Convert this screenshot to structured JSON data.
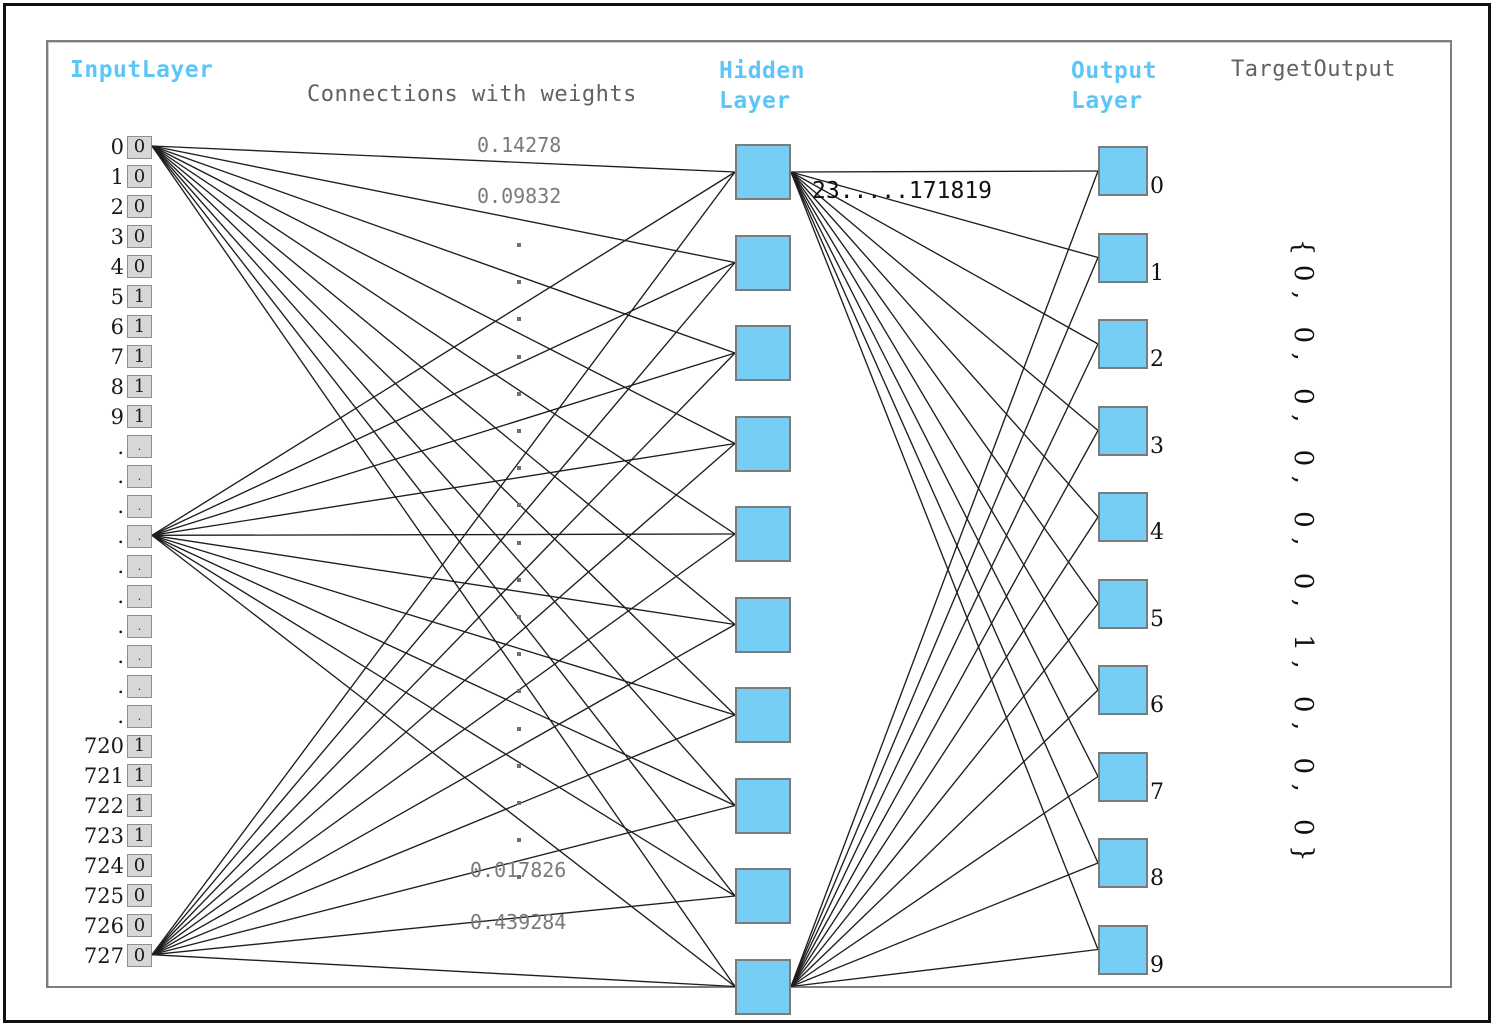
{
  "diagram": {
    "title_input_layer": "InputLayer",
    "title_connections": "Connections with weights",
    "title_hidden_layer_line1": "Hidden",
    "title_hidden_layer_line2": "Layer",
    "title_output_layer_line1": "Output",
    "title_output_layer_line2": "Layer",
    "title_target_output": "TargetOutput",
    "accent_color": "#5ec6f7",
    "neuron_color": "#77cef4",
    "neuron_border_color": "#7b7b7b",
    "input_box_color": "#d7d7d7",
    "weight_label_color": "#7a7a7a"
  },
  "input_layer": {
    "rows": [
      {
        "label": "0",
        "value": "0"
      },
      {
        "label": "1",
        "value": "0"
      },
      {
        "label": "2",
        "value": "0"
      },
      {
        "label": "3",
        "value": "0"
      },
      {
        "label": "4",
        "value": "0"
      },
      {
        "label": "5",
        "value": "1"
      },
      {
        "label": "6",
        "value": "1"
      },
      {
        "label": "7",
        "value": "1"
      },
      {
        "label": "8",
        "value": "1"
      },
      {
        "label": "9",
        "value": "1"
      },
      {
        "label": ".",
        "value": "."
      },
      {
        "label": ".",
        "value": "."
      },
      {
        "label": ".",
        "value": "."
      },
      {
        "label": ".",
        "value": "."
      },
      {
        "label": ".",
        "value": "."
      },
      {
        "label": ".",
        "value": "."
      },
      {
        "label": ".",
        "value": "."
      },
      {
        "label": ".",
        "value": "."
      },
      {
        "label": ".",
        "value": "."
      },
      {
        "label": ".",
        "value": "."
      },
      {
        "label": "720",
        "value": "1"
      },
      {
        "label": "721",
        "value": "1"
      },
      {
        "label": "722",
        "value": "1"
      },
      {
        "label": "723",
        "value": "1"
      },
      {
        "label": "724",
        "value": "0"
      },
      {
        "label": "725",
        "value": "0"
      },
      {
        "label": "726",
        "value": "0"
      },
      {
        "label": "727",
        "value": "0"
      }
    ]
  },
  "hidden_layer": {
    "node_count": 10
  },
  "output_layer": {
    "labels": [
      "0",
      "1",
      "2",
      "3",
      "4",
      "5",
      "6",
      "7",
      "8",
      "9"
    ]
  },
  "weights": {
    "shown": [
      "0.14278",
      "0.09832",
      "0.017826",
      "0.439284"
    ],
    "ellipsis_dot_count": 18
  },
  "hidden_connection_label": "23.....171819",
  "target_output": {
    "values": [
      "0",
      "0",
      "0",
      "0",
      "0",
      "0",
      "1",
      "0",
      "0",
      "0"
    ],
    "rendered_text": "{0, 0, 0, 0, 0, 0, 1, 0, 0, 0}"
  }
}
